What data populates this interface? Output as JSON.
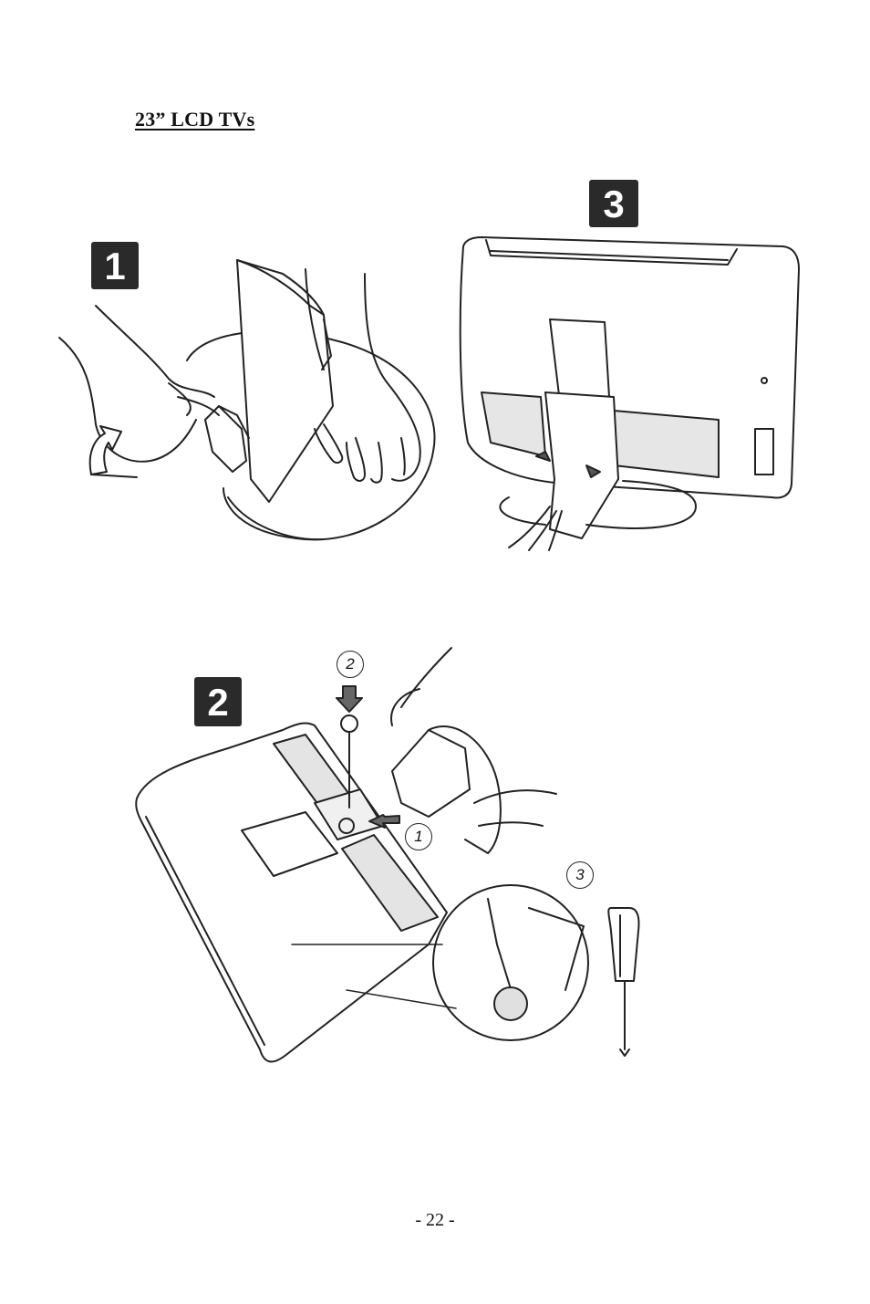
{
  "heading": "23” LCD TVs",
  "steps": {
    "step1": "1",
    "step2": "2",
    "step3": "3"
  },
  "substeps": {
    "s1": "1",
    "s2": "2",
    "s3": "3"
  },
  "page_number": "- 22 -"
}
